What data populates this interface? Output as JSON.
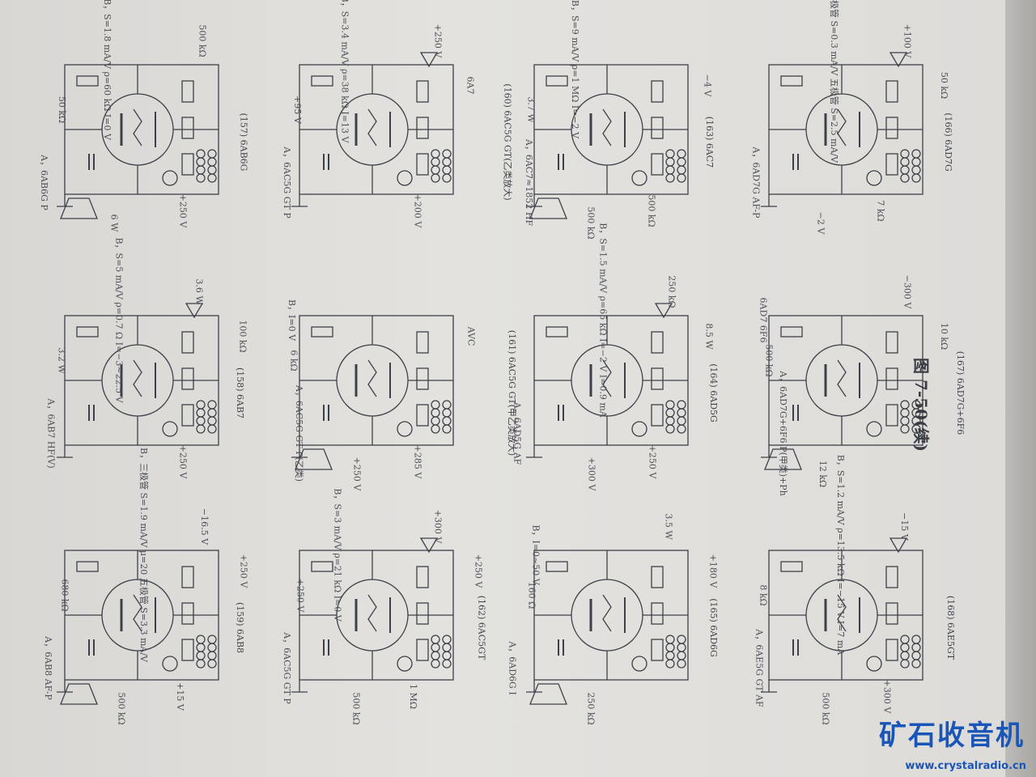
{
  "figure_caption": "图 7-50(续)",
  "watermark": {
    "text": "矿石收音机",
    "url": "www.crystalradio.cn"
  },
  "circuits": [
    {
      "num": "(157)",
      "tube": "6AB6G",
      "label": "A，6AB6G P",
      "params": "B，S=1.8 mA/V ρ=60 kΩ I=0 V"
    },
    {
      "num": "(158)",
      "tube": "6AB7",
      "label": "A，6AB7 HF(V)",
      "params": "B，S=5 mA/V ρ=0.7 Ω I=−3∼22.5 V"
    },
    {
      "num": "(159)",
      "tube": "6AB8",
      "label": "A，6AB8 AF-P",
      "params": "B，三极管 S=1.9 mA/V μ=20 五极管 S=3.3 mA/V"
    },
    {
      "num": "(160)",
      "tube": "6AC5G GT(乙类放大)",
      "label": "A，6AC5G GT P",
      "params": "B，S=3.4 mA/V ρ=38 kΩ I=13 V"
    },
    {
      "num": "(161)",
      "tube": "6AC5G GT(甲乙类放大)",
      "label": "A，6AC5G GT P(乙类)",
      "params": "B，I=0 V"
    },
    {
      "num": "(162)",
      "tube": "6AC5GT",
      "label": "A，6AC5G GT P",
      "params": "B，S=3 mA/V ρ=21 kΩ I=0 V"
    },
    {
      "num": "(163)",
      "tube": "6AC7",
      "label": "A，6AC7≈1852 HF",
      "params": "B，S=9 mA/V ρ=1 MΩ I=−2 V"
    },
    {
      "num": "(164)",
      "tube": "6AD5G",
      "label": "A，6AD5G AF",
      "params": "B，S=1.5 mA/V ρ=65 kΩ I=−2 V I=0.9 mA"
    },
    {
      "num": "(165)",
      "tube": "6AD6G",
      "label": "A，6AD6G I",
      "params": "B，I=0∼50 V"
    },
    {
      "num": "(166)",
      "tube": "6AD7G",
      "label": "A，6AD7G AF-P",
      "params": "B，三极管 S=0.3 mA/V 五极管 S=2.5 mA/V"
    },
    {
      "num": "(167)",
      "tube": "6AD7G+6F6",
      "label": "A，6AD7G+6F6 P(甲类)+Ph",
      "params": "6AD7 6F6"
    },
    {
      "num": "(168)",
      "tube": "6AE5GT",
      "label": "A，6AE5G GT AF",
      "params": "B，S=1.2 mA/V ρ=13.5 kΩ I=−15 V I=7 mA"
    }
  ],
  "component_labels": [
    "+250 V",
    "500 kΩ",
    "3.5 W",
    "8 kΩ",
    "+250 V",
    "AVC",
    "+300 V",
    "−300 V",
    "50 kΩ",
    "+200 V",
    "−4 V",
    "−2 V",
    "680 kΩ",
    "1 MΩ",
    "+180 V",
    "500 kΩ",
    "3.6 W",
    "6 kΩ",
    "+250 V",
    "10 kΩ",
    "6 W",
    "+250 V",
    "3.7 W",
    "7 kΩ",
    "500 kΩ",
    "+300 V",
    "160 Ω",
    "+300 V",
    "100 kΩ",
    "+250 V",
    "250 kΩ",
    "500 kΩ",
    "+250 V",
    "6A7",
    "500 kΩ",
    "+100 V",
    "+15 V",
    "+250 V",
    "250 kΩ",
    "−15 V",
    "3.2 W",
    "+285 V",
    "8.5 W",
    "12 kΩ",
    "500 kΩ",
    "+95 V",
    "500 kΩ",
    "50 kΩ",
    "−16.5 V",
    "+250 V"
  ]
}
